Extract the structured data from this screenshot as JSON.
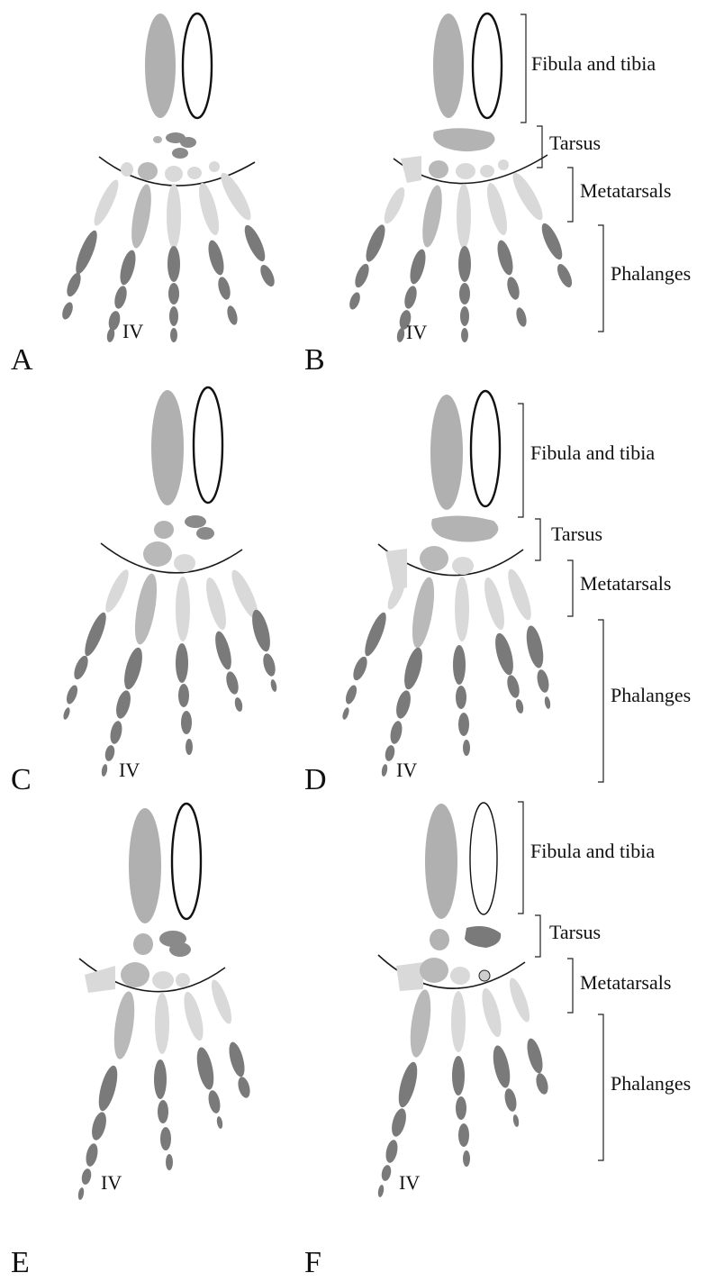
{
  "colors": {
    "phalanx": "#7a7a7a",
    "metatarsal_light": "#d9d9d9",
    "metatarsal_mid": "#b9b9b9",
    "tarsal": "#b3b3b3",
    "fibula": "#b0b0b0",
    "tibia_outline": "#111111",
    "background": "#ffffff"
  },
  "labels": {
    "fibula_tibia": "Fibula and tibia",
    "tarsus": "Tarsus",
    "metatarsals": "Metatarsals",
    "phalanges": "Phalanges",
    "digit_iv": "IV"
  },
  "panels": [
    {
      "letter": "A"
    },
    {
      "letter": "B"
    },
    {
      "letter": "C"
    },
    {
      "letter": "D"
    },
    {
      "letter": "E"
    },
    {
      "letter": "F"
    }
  ]
}
